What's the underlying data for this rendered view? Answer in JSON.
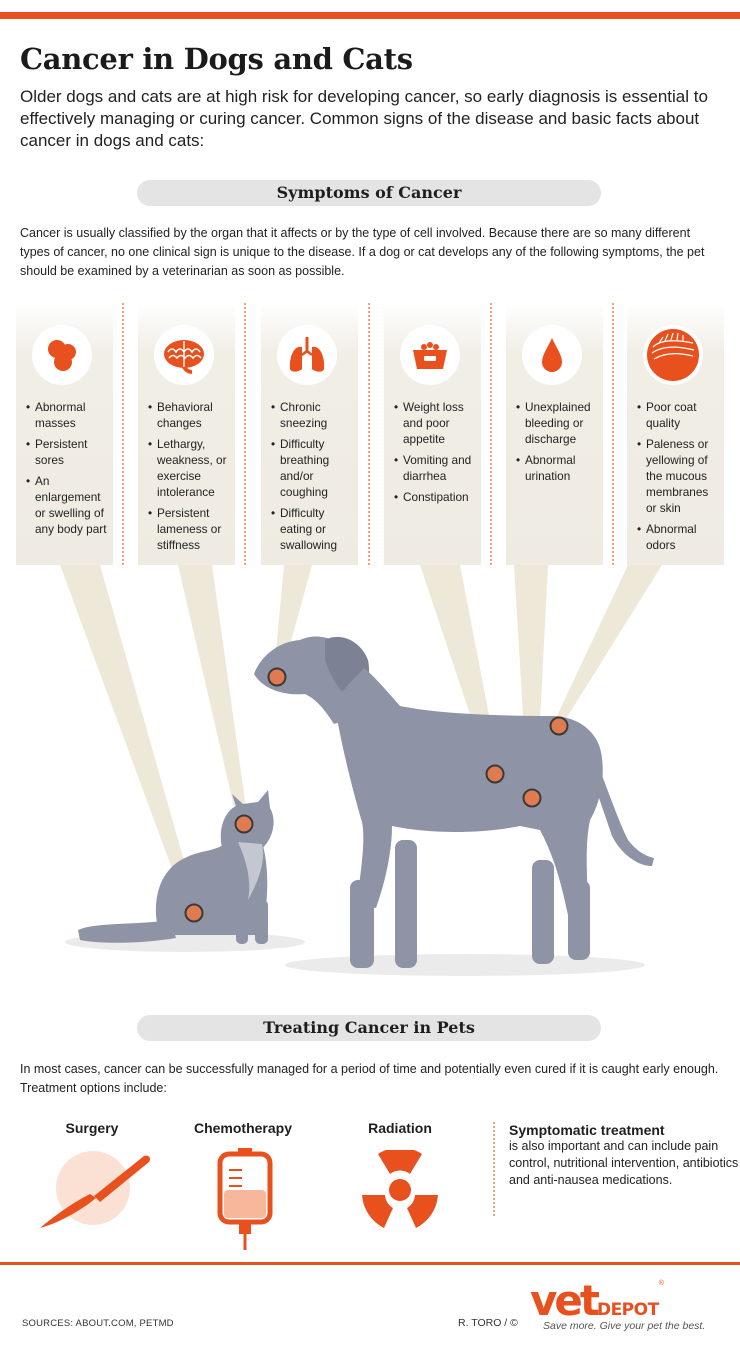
{
  "title": "Cancer in Dogs and Cats",
  "intro": "Older dogs and cats are at high risk for developing cancer, so early diagnosis is essential to effectively managing or curing cancer. Common signs of the disease and basic facts about cancer in dogs and cats:",
  "symptoms": {
    "heading": "Symptoms of Cancer",
    "paragraph": "Cancer is usually classified by the organ that it affects or by the type of cell involved. Because there are so many different types of cancer, no one clinical sign is unique to the disease. If a dog or cat develops any of the following symptoms, the pet should be examined by a veterinarian as soon as possible.",
    "columns": [
      {
        "icon": "masses-icon",
        "items": [
          "Abnormal masses",
          "Persistent sores",
          "An enlargement or swelling of any body part"
        ]
      },
      {
        "icon": "brain-icon",
        "items": [
          "Behavioral changes",
          "Lethargy, weakness, or exercise intolerance",
          "Persistent lameness or stiffness"
        ]
      },
      {
        "icon": "lungs-icon",
        "items": [
          "Chronic sneezing",
          "Difficulty breathing and/or coughing",
          "Difficulty eating or swallowing"
        ]
      },
      {
        "icon": "food-bowl-icon",
        "items": [
          "Weight loss and poor appetite",
          "Vomiting and diarrhea",
          "Constipation"
        ]
      },
      {
        "icon": "blood-drop-icon",
        "items": [
          "Unexplained bleeding or discharge",
          "Abnormal urination"
        ]
      },
      {
        "icon": "coat-fur-icon",
        "items": [
          "Poor coat quality",
          "Paleness or yellowing of the mucous membranes or skin",
          "Abnormal odors"
        ]
      }
    ]
  },
  "treating": {
    "heading": "Treating Cancer in Pets",
    "paragraph": "In most cases, cancer can be successfully managed for a period of time and potentially even cured if it is caught early enough. Treatment options include:",
    "options": [
      {
        "label": "Surgery",
        "icon": "scalpel-icon"
      },
      {
        "label": "Chemotherapy",
        "icon": "iv-bag-icon"
      },
      {
        "label": "Radiation",
        "icon": "radiation-icon"
      }
    ],
    "symptomatic_title": "Symptomatic treatment",
    "symptomatic_body": "is also important and can include pain control, nutritional intervention, antibiotics and anti-nausea medications."
  },
  "footer": {
    "sources": "SOURCES: ABOUT.COM, PETMD",
    "credit": "R. TORO / ©",
    "logo_vet": "vet",
    "logo_depot": "DEPOT",
    "logo_reg": "®",
    "tagline": "Save more. Give your pet the best."
  },
  "colors": {
    "accent": "#e8501e",
    "animal": "#8e94a6",
    "panel": "#efebe2",
    "pill": "#e4e4e4"
  }
}
